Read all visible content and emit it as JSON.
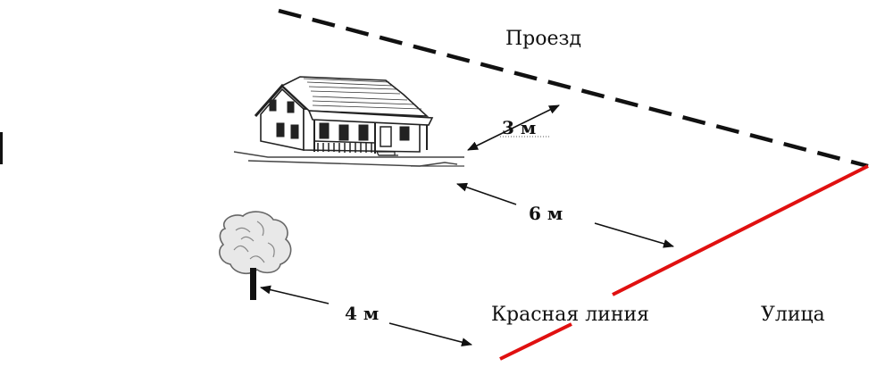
{
  "labels": {
    "proezd": "Проезд",
    "krasnaya_liniya": "Красная линия",
    "ulitsa": "Улица"
  },
  "dimensions": {
    "house_to_proezd": "3 м",
    "house_to_red_line": "6 м",
    "tree_to_red_line": "4 м"
  },
  "colors": {
    "red_line": "#e01010",
    "dashed_line": "#111111",
    "arrow": "#111111"
  },
  "icons": {
    "house": "house-icon",
    "tree": "tree-icon"
  }
}
